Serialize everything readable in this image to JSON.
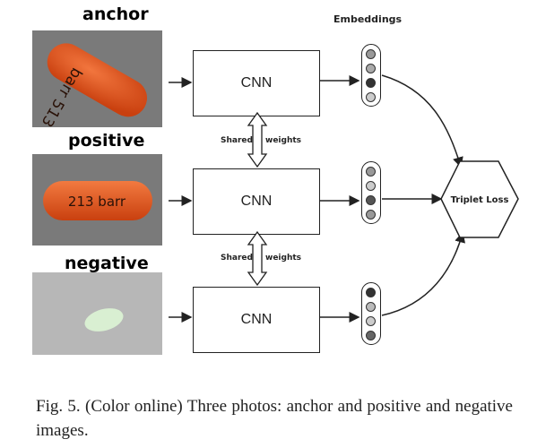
{
  "labels": {
    "anchor": "anchor",
    "positive": "positive",
    "negative": "negative"
  },
  "embeddings_title": "Embeddings",
  "cnn_label": "CNN",
  "shared_left": "Shared",
  "shared_right": "weights",
  "loss_label": "Triplet Loss",
  "pill_text_anchor": "barr 513",
  "pill_text_positive": "213 barr",
  "caption": "Fig. 5.   (Color online) Three photos: anchor and positive and negative images.",
  "colors": {
    "pill_orange": "#e8561f",
    "background_gray": "#7a7a7a",
    "tablet_green": "#d9efd2"
  }
}
